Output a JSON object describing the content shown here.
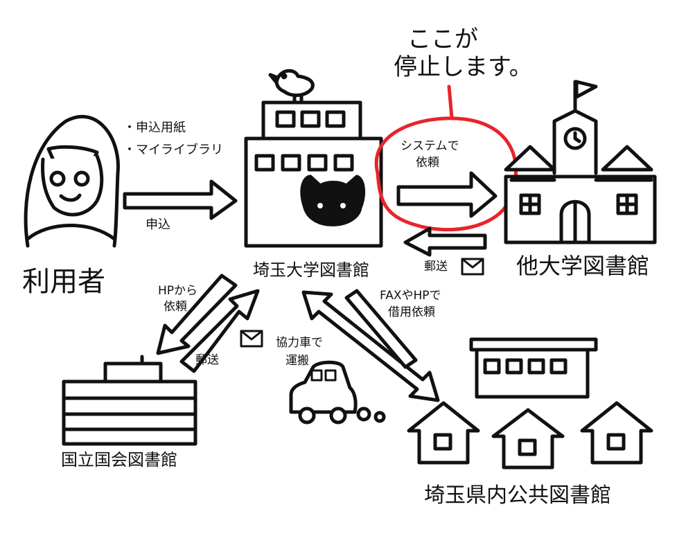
{
  "callout": {
    "line1": "ここが",
    "line2": "停止します。",
    "color": "#e8242a"
  },
  "nodes": {
    "user": "利用者",
    "saitama_univ": "埼玉大学図書館",
    "other_univ": "他大学図書館",
    "ndl": "国立国会図書館",
    "public_libs": "埼玉県内公共図書館"
  },
  "edges": {
    "user_options": [
      "・申込用紙",
      "・マイライブラリ"
    ],
    "user_apply": "申込",
    "system_request": [
      "システムで",
      "依頼"
    ],
    "post_other": "郵送",
    "hp_request": [
      "HPから",
      "依頼"
    ],
    "post_ndl": "郵送",
    "cooperative_car": [
      "協力車で",
      "運搬"
    ],
    "fax_hp": [
      "FAXやHPで",
      "借用依頼"
    ]
  },
  "colors": {
    "ink": "#111111",
    "accent": "#e8242a"
  }
}
